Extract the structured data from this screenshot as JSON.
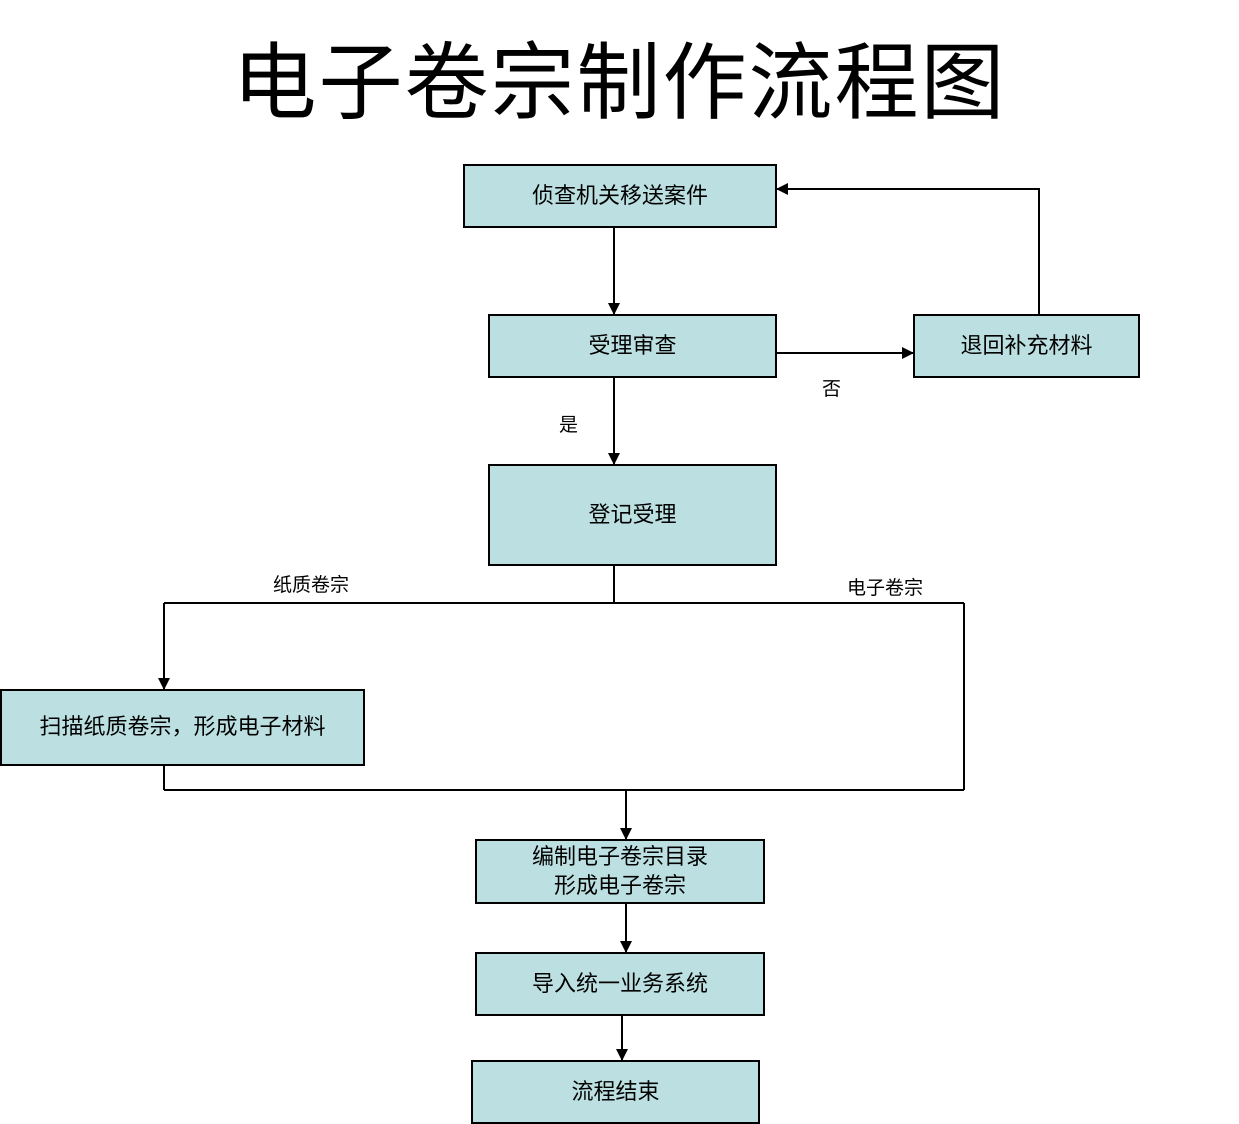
{
  "title": "电子卷宗制作流程图",
  "nodes": {
    "transfer": "侦查机关移送案件",
    "review": "受理审查",
    "return": "退回补充材料",
    "register": "登记受理",
    "scan": "扫描纸质卷宗，形成电子材料",
    "catalog_line1": "编制电子卷宗目录",
    "catalog_line2": "形成电子卷宗",
    "import": "导入统一业务系统",
    "end": "流程结束"
  },
  "edge_labels": {
    "no": "否",
    "yes": "是",
    "paper": "纸质卷宗",
    "electronic": "电子卷宗"
  },
  "colors": {
    "box_fill": "#bce0e2",
    "stroke": "#000000"
  }
}
